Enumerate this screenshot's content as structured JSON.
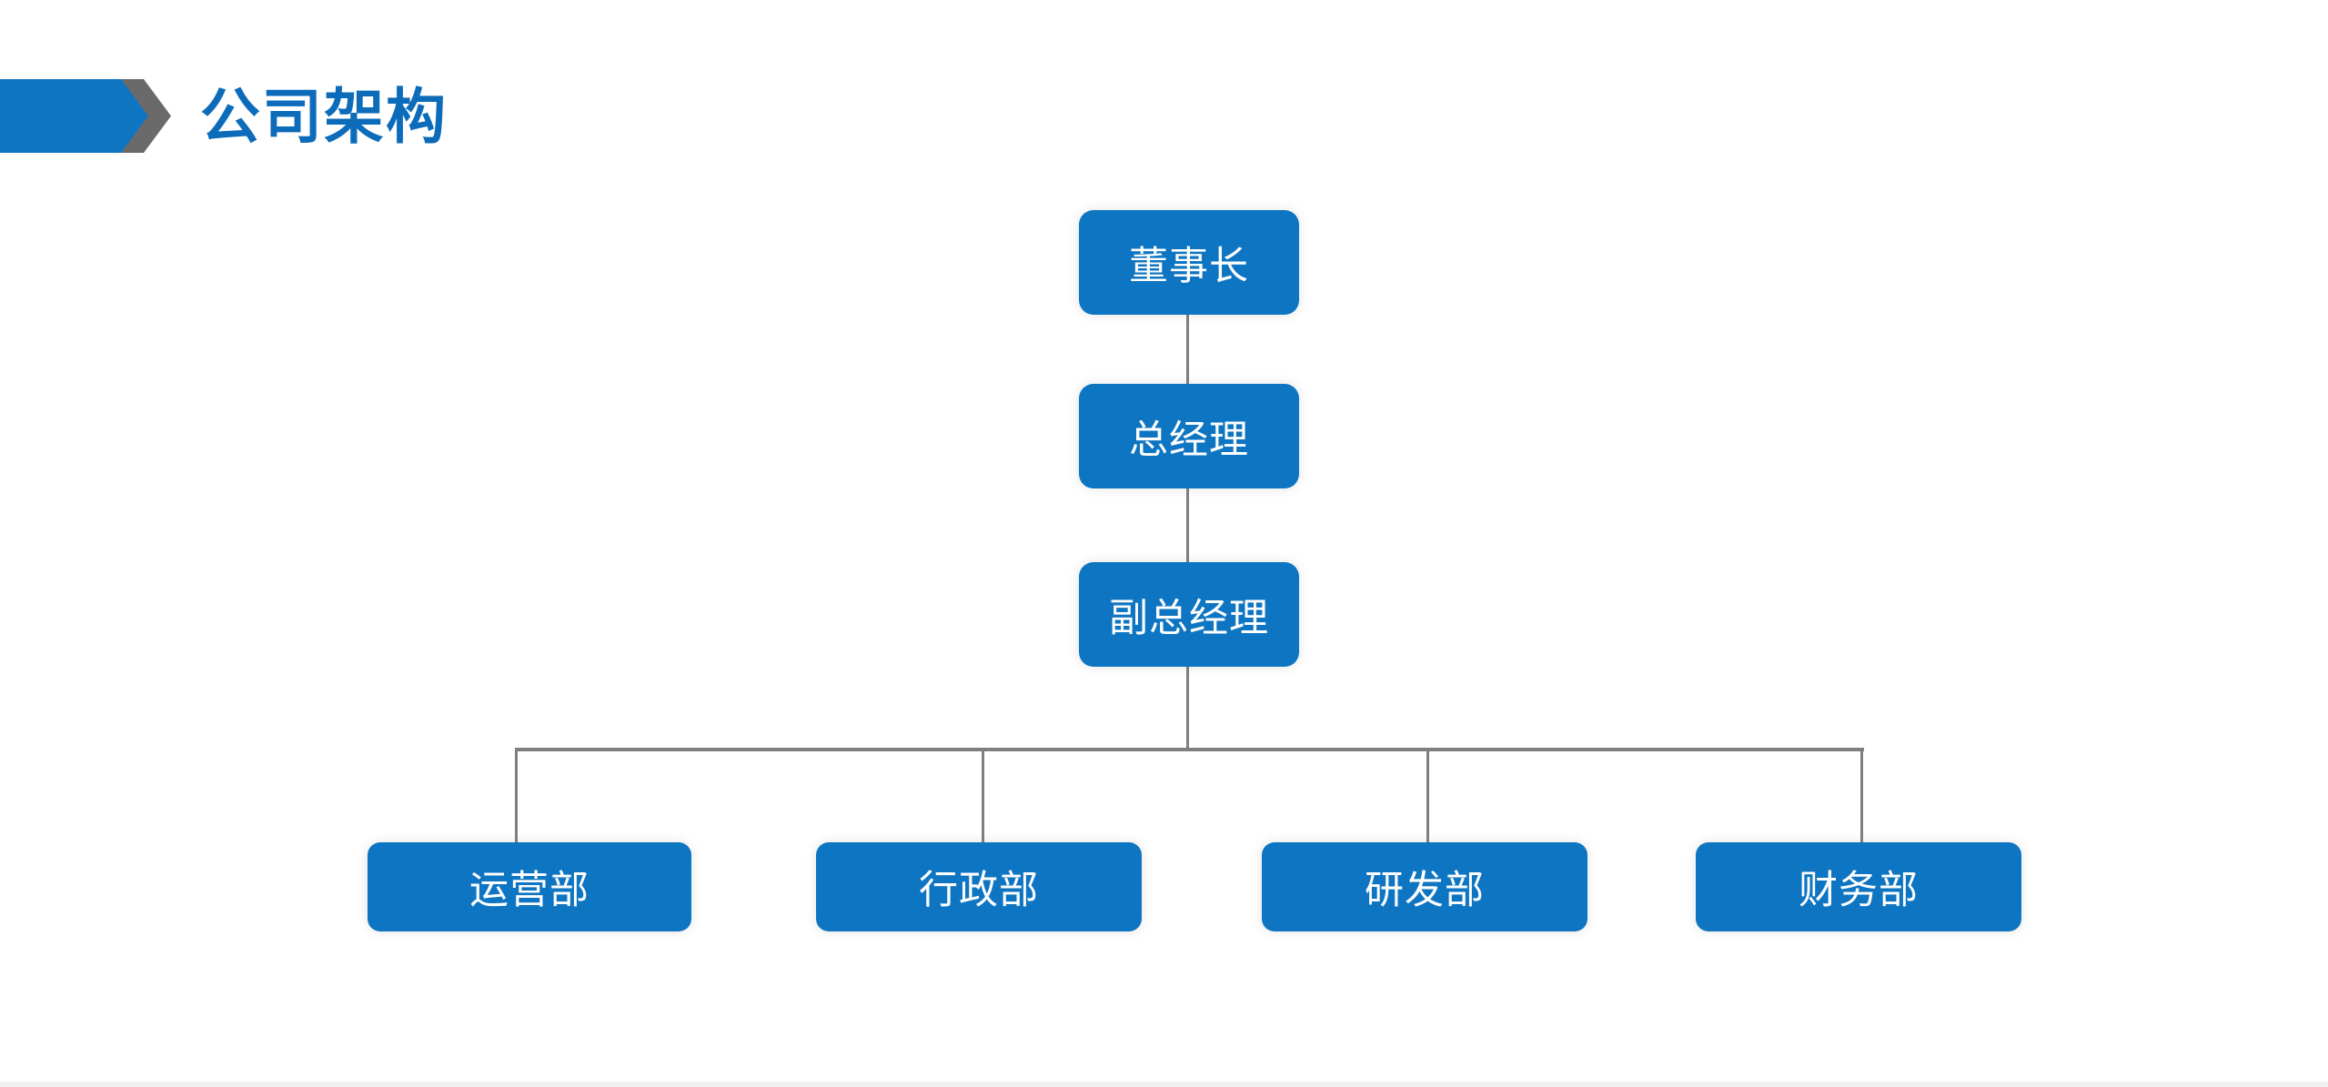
{
  "theme": {
    "title_blue": "#0d6cba",
    "box_blue": "#0e75c2",
    "chevron_gray": "#6a6a6a",
    "connector_gray": "#7f7f7f",
    "box_text": "#ffffff",
    "bg": "#ffffff"
  },
  "header": {
    "title": "公司架构"
  },
  "org_chart": {
    "type": "org-tree",
    "chain": [
      {
        "id": "chairman",
        "label": "董事长"
      },
      {
        "id": "general-manager",
        "label": "总经理"
      },
      {
        "id": "deputy-general-manager",
        "label": "副总经理"
      }
    ],
    "departments": [
      {
        "id": "operations",
        "label": "运营部"
      },
      {
        "id": "administration",
        "label": "行政部"
      },
      {
        "id": "research",
        "label": "研发部"
      },
      {
        "id": "finance",
        "label": "财务部"
      }
    ]
  }
}
